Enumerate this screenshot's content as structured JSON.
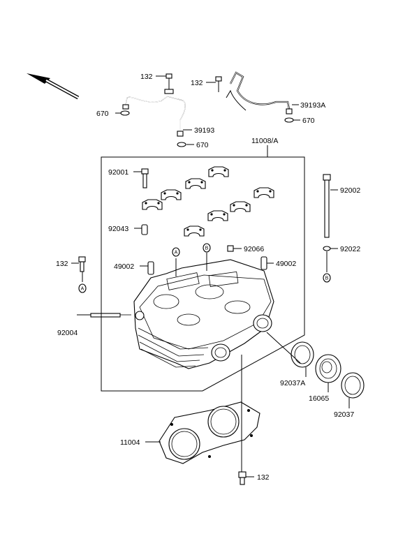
{
  "labels": {
    "l132_a": "132",
    "l132_b": "132",
    "l670_a": "670",
    "l39193": "39193",
    "l670_b": "670",
    "l39193a": "39193A",
    "l670_c": "670",
    "l11008": "11008/A",
    "l92001": "92001",
    "l92002": "92002",
    "l92043": "92043",
    "l92066": "92066",
    "l92022": "92022",
    "l132_c": "132",
    "l49002_a": "49002",
    "l49002_b": "49002",
    "l92004": "92004",
    "l92037a": "92037A",
    "l16065": "16065",
    "l92037": "92037",
    "l11004": "11004",
    "l132_d": "132"
  },
  "markers": {
    "a": "A",
    "b": "B"
  }
}
